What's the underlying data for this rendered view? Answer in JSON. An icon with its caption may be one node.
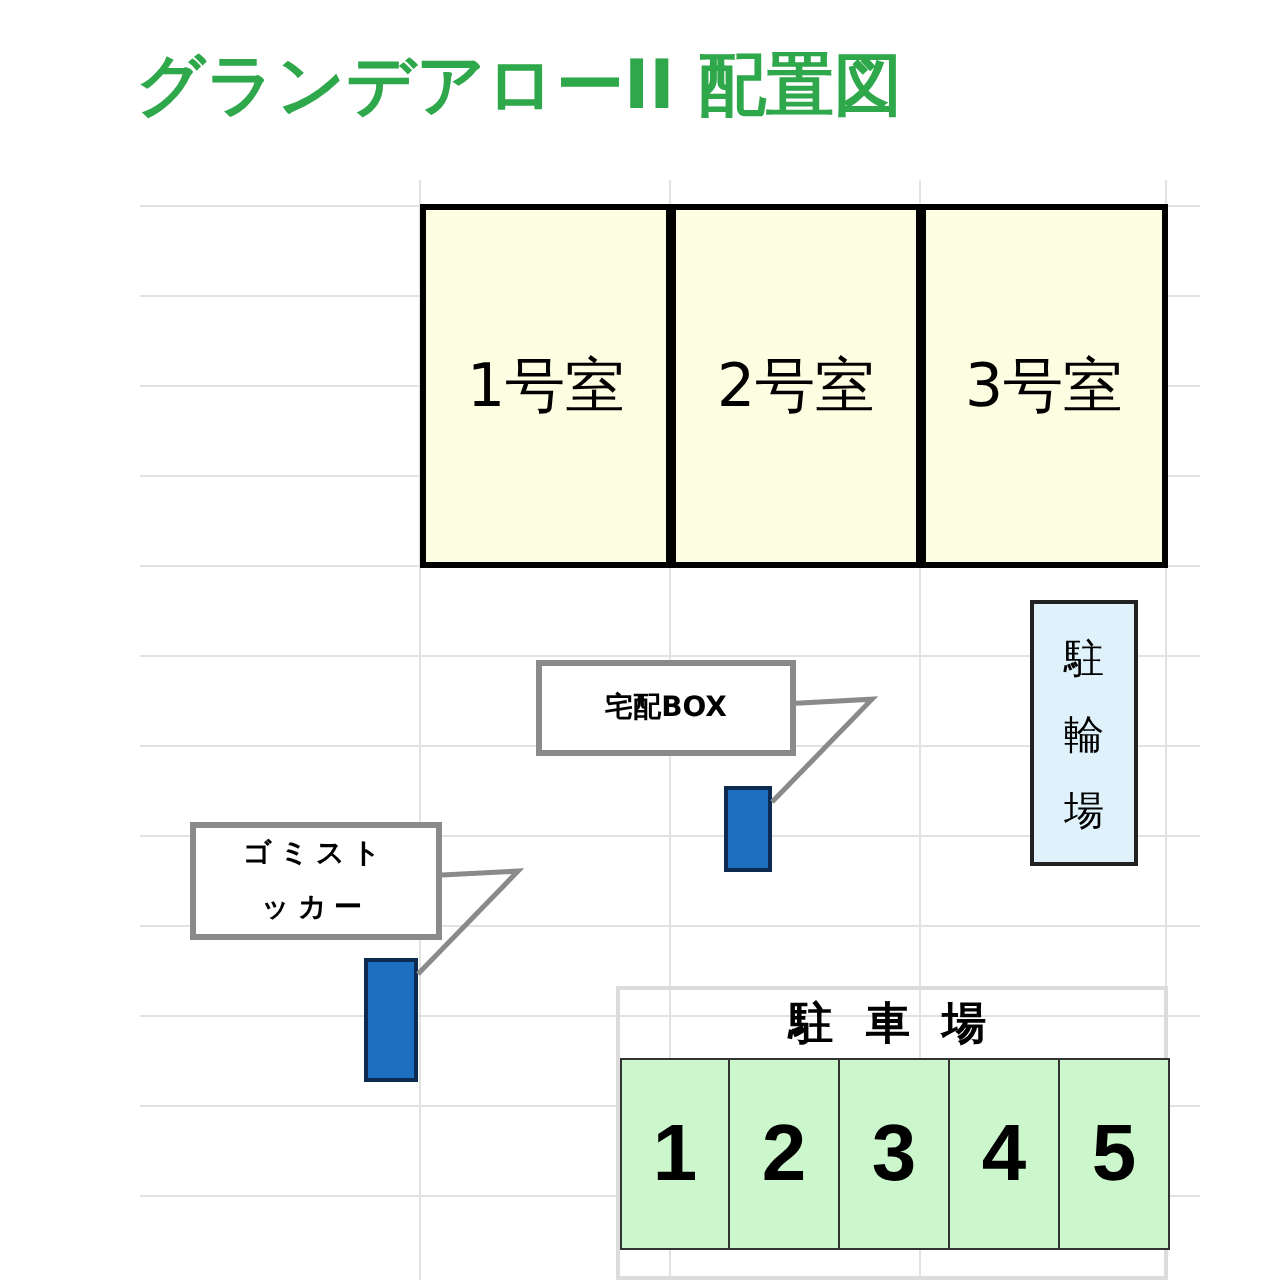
{
  "diagram": {
    "title": "グランデアローII 配置図",
    "nodes": [
      {
        "text": [
          "1号室"
        ]
      },
      {
        "text": [
          "2号室"
        ]
      },
      {
        "text": [
          "3号室"
        ]
      },
      {
        "text": [
          "駐輪場"
        ]
      },
      {
        "text": [
          "宅配BOX"
        ]
      },
      {
        "text": [],
        "shape": "bar"
      },
      {
        "text": [
          "ゴミストッカー"
        ]
      },
      {
        "text": [],
        "shape": "bar"
      },
      {
        "text": [
          "駐 車 場"
        ]
      },
      {
        "text": [
          "1"
        ],
        "in": 8
      },
      {
        "text": [
          "2"
        ],
        "in": 8
      },
      {
        "text": [
          "3"
        ],
        "in": 8
      },
      {
        "text": [
          "4"
        ],
        "in": 8
      },
      {
        "text": [
          "5"
        ],
        "in": 8
      }
    ],
    "edges": [
      {
        "from": 4,
        "to": 5,
        "arrow": "none"
      },
      {
        "from": 6,
        "to": 7,
        "arrow": "none"
      }
    ]
  }
}
